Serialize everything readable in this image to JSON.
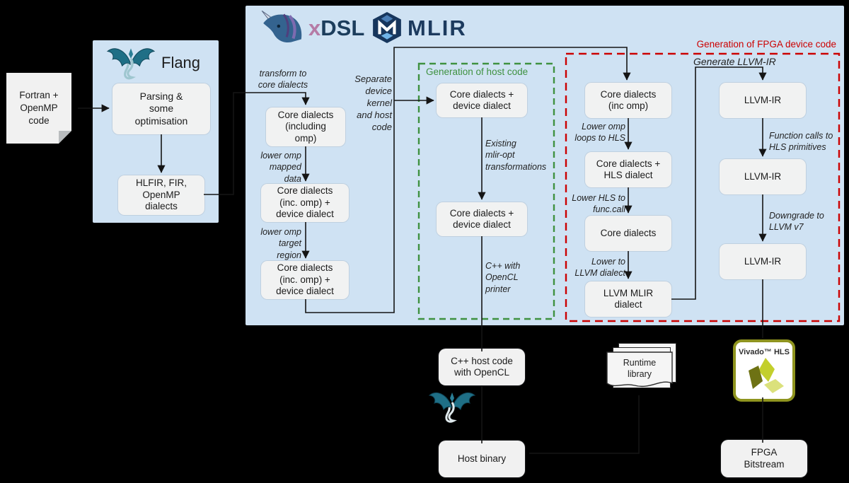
{
  "fortran_doc": {
    "label": "Fortran +\nOpenMP\ncode"
  },
  "flang": {
    "title": "Flang",
    "parsing": "Parsing &\nsome\noptimisation",
    "dialects": "HLFIR, FIR,\nOpenMP\ndialects"
  },
  "mlir_panel": {
    "xdsl_x": "x",
    "xdsl_rest": "DSL",
    "mlir_label": "MLIR",
    "entry_label": "transform to\ncore dialects",
    "separate_label": "Separate\ndevice\nkernel\nand host\ncode",
    "nodes": [
      {
        "label": "Core dialects\n(including\nomp)"
      },
      {
        "label": "Core dialects\n(inc. omp) +\ndevice dialect"
      },
      {
        "label": "Core dialects\n(inc. omp) +\ndevice dialect"
      }
    ],
    "edge_labels": [
      {
        "label": "lower omp\nmapped\ndata"
      },
      {
        "label": "lower omp\ntarget\nregion"
      }
    ]
  },
  "host_region": {
    "title": "Generation of host code",
    "nodes": [
      {
        "label": "Core dialects +\ndevice dialect"
      },
      {
        "label": "Core dialects +\ndevice dialect"
      }
    ],
    "edge_labels": [
      {
        "label": "Existing\nmlir-opt\ntransformations"
      },
      {
        "label": "C++ with\nOpenCL\nprinter"
      }
    ]
  },
  "fpga_region": {
    "title": "Generation of FPGA device code",
    "generate_label": "Generate LLVM-IR",
    "pipeline_nodes": [
      {
        "label": "Core dialects\n(inc omp)"
      },
      {
        "label": "Core dialects +\nHLS dialect"
      },
      {
        "label": "Core dialects"
      },
      {
        "label": "LLVM MLIR\ndialect"
      }
    ],
    "pipeline_edges": [
      {
        "label": "Lower omp\nloops to HLS"
      },
      {
        "label": "Lower HLS to\nfunc.call"
      },
      {
        "label": "Lower to\nLLVM dialect"
      }
    ],
    "ir_nodes": [
      {
        "label": "LLVM-IR"
      },
      {
        "label": "LLVM-IR"
      },
      {
        "label": "LLVM-IR"
      }
    ],
    "ir_edges": [
      {
        "label": "Function calls to\nHLS primitives"
      },
      {
        "label": "Downgrade to\nLLVM v7"
      }
    ]
  },
  "outputs": {
    "cpp_host": "C++ host code\nwith OpenCL",
    "host_binary": "Host binary",
    "runtime_library": "Runtime\nlibrary",
    "vivado": "Vivado™ HLS",
    "fpga_bitstream": "FPGA\nBitstream"
  },
  "colors": {
    "panel_blue": "#cfe2f3",
    "node_gray": "#f1f2f2",
    "host_green": "#3f9140",
    "fpga_red": "#cc0000",
    "line": "#151515",
    "background": "#000000"
  }
}
